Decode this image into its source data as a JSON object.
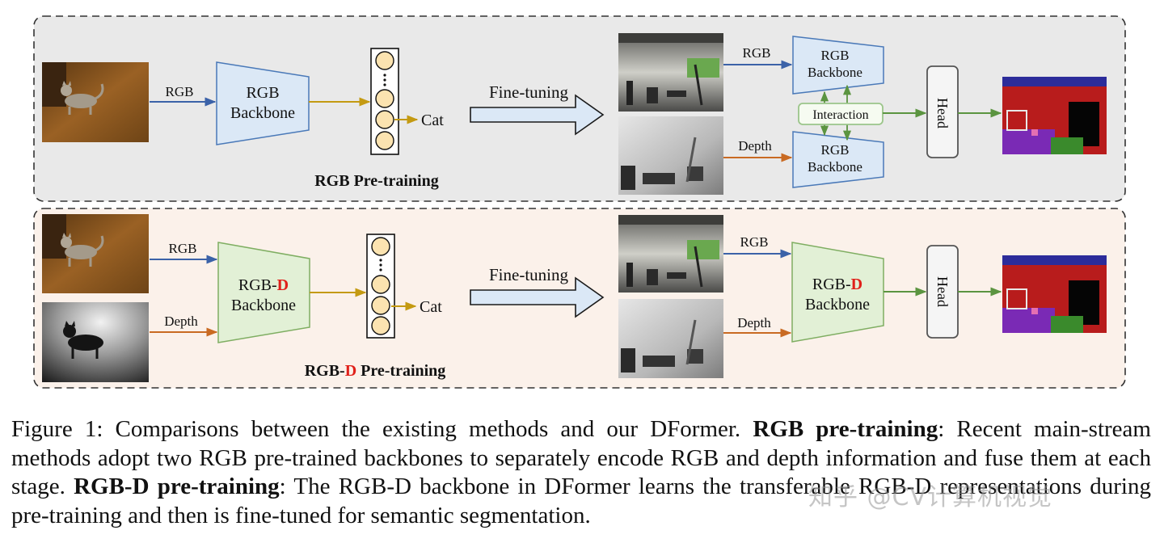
{
  "top_panel": {
    "input_label": "RGB",
    "backbone_line1": "RGB",
    "backbone_line2": "Backbone",
    "output_label": "Cat",
    "title": "RGB Pre-training",
    "finetune_label": "Fine-tuning",
    "rgb_stream_label": "RGB",
    "depth_stream_label": "Depth",
    "rgb_backbone_line1": "RGB",
    "rgb_backbone_line2": "Backbone",
    "depth_backbone_line1": "RGB",
    "depth_backbone_line2": "Backbone",
    "interaction_label": "Interaction",
    "head_label": "Head"
  },
  "bottom_panel": {
    "rgb_input_label": "RGB",
    "depth_input_label": "Depth",
    "backbone_line1_prefix": "RGB-",
    "backbone_line1_highlight": "D",
    "backbone_line2": "Backbone",
    "output_label": "Cat",
    "title_prefix": "RGB-",
    "title_highlight": "D",
    "title_suffix": " Pre-training",
    "finetune_label": "Fine-tuning",
    "rgb_stream_label": "RGB",
    "depth_stream_label": "Depth",
    "ft_backbone_line1_prefix": "RGB-",
    "ft_backbone_line1_highlight": "D",
    "ft_backbone_line2": "Backbone",
    "head_label": "Head"
  },
  "caption": {
    "figure_label": "Figure 1:",
    "intro": " Comparisons between the existing methods and our DFormer. ",
    "term1": "RGB pre-training",
    "text1": ": Recent main-stream methods adopt two RGB pre-trained backbones to separately encode RGB and depth information and fuse them at each stage. ",
    "term2": "RGB-D pre-training",
    "text2": ": The RGB-D backbone in DFormer learns the transferable RGB-D representations during pre-training and then is fine-tuned for semantic segmentation."
  },
  "watermark": "知乎 @CV计算机视觉",
  "colors": {
    "top_panel_bg": "#e9e9e9",
    "bottom_panel_bg": "#fbf1ea",
    "rgb_backbone_fill": "#dbe8f6",
    "rgb_backbone_stroke": "#4a79b8",
    "rgbd_backbone_fill": "#e2f0d6",
    "rgbd_backbone_stroke": "#7fae62",
    "rgb_arrow": "#3b62a8",
    "depth_arrow": "#c96a22",
    "feature_arrow": "#c49a12",
    "interaction_arrow": "#5b9440",
    "token_fill": "#fbe3b0",
    "highlight_red": "#e0201a"
  }
}
